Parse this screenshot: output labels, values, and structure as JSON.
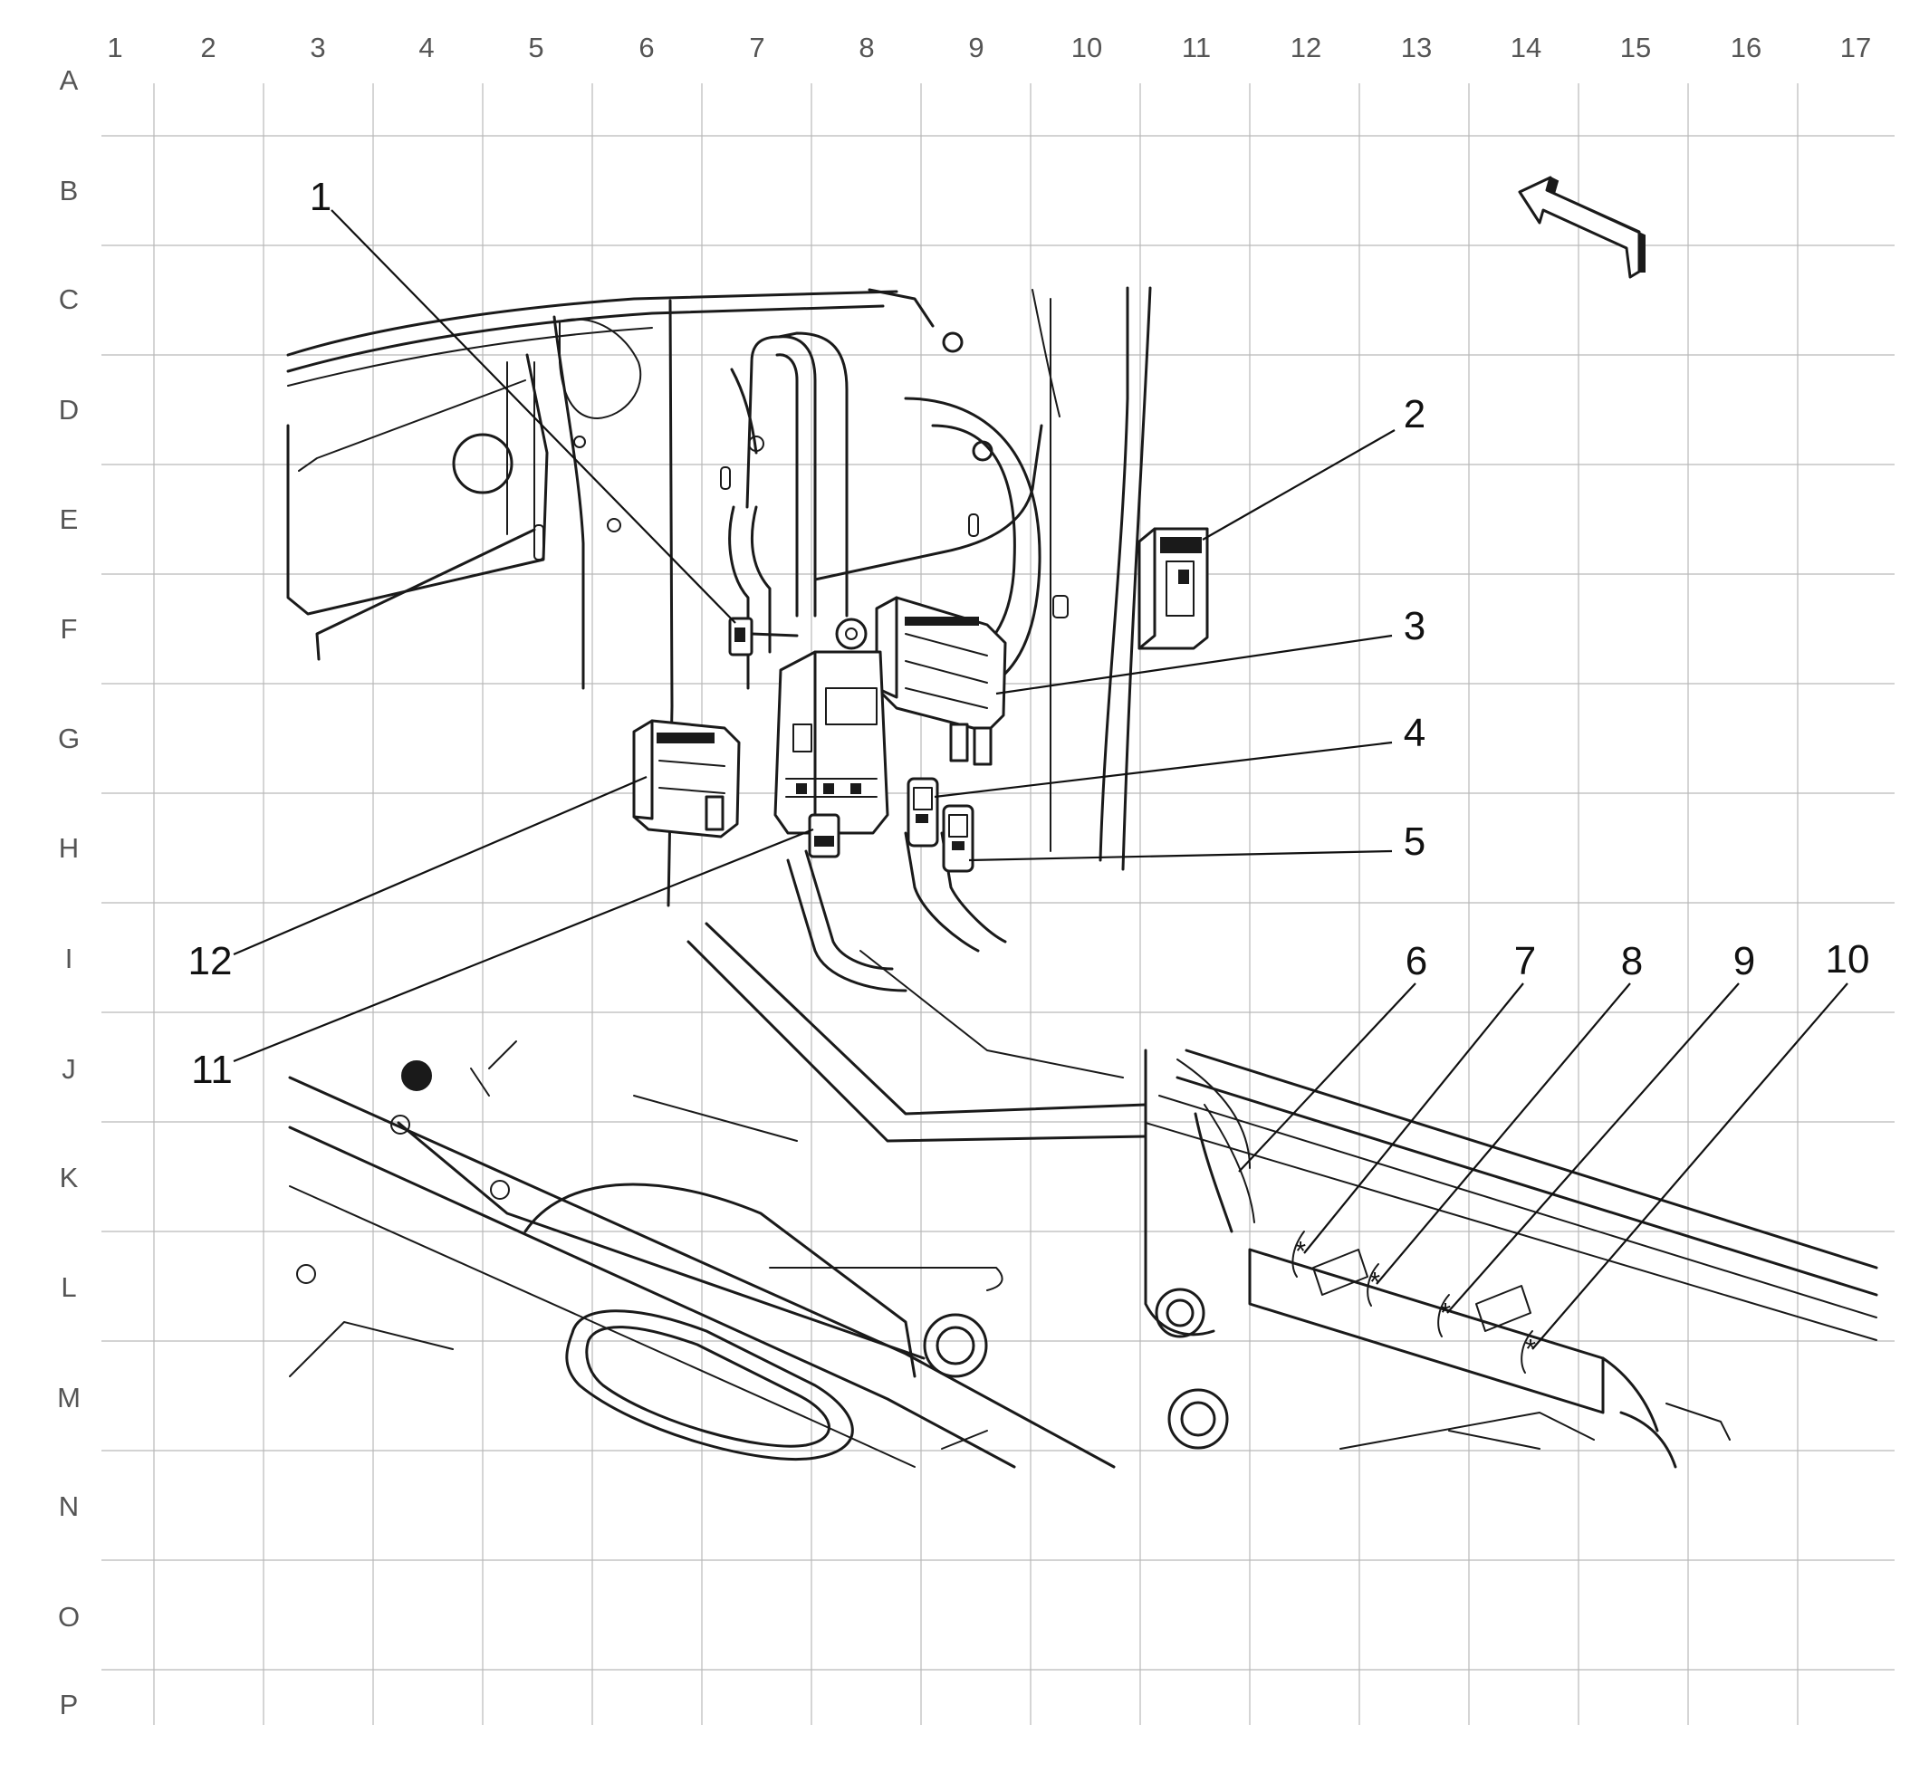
{
  "grid": {
    "columns": [
      "1",
      "2",
      "3",
      "4",
      "5",
      "6",
      "7",
      "8",
      "9",
      "10",
      "11",
      "12",
      "13",
      "14",
      "15",
      "16",
      "17"
    ],
    "rows": [
      "A",
      "B",
      "C",
      "D",
      "E",
      "F",
      "G",
      "H",
      "I",
      "J",
      "K",
      "L",
      "M",
      "N",
      "O",
      "P"
    ]
  },
  "callouts": [
    "1",
    "2",
    "3",
    "4",
    "5",
    "6",
    "7",
    "8",
    "9",
    "10",
    "11",
    "12"
  ],
  "direction_arrow": {
    "icon": "front-direction-arrow-icon"
  },
  "colors": {
    "line": "#1a1a1a",
    "grid": "#b9b9b9",
    "label": "#555555"
  }
}
